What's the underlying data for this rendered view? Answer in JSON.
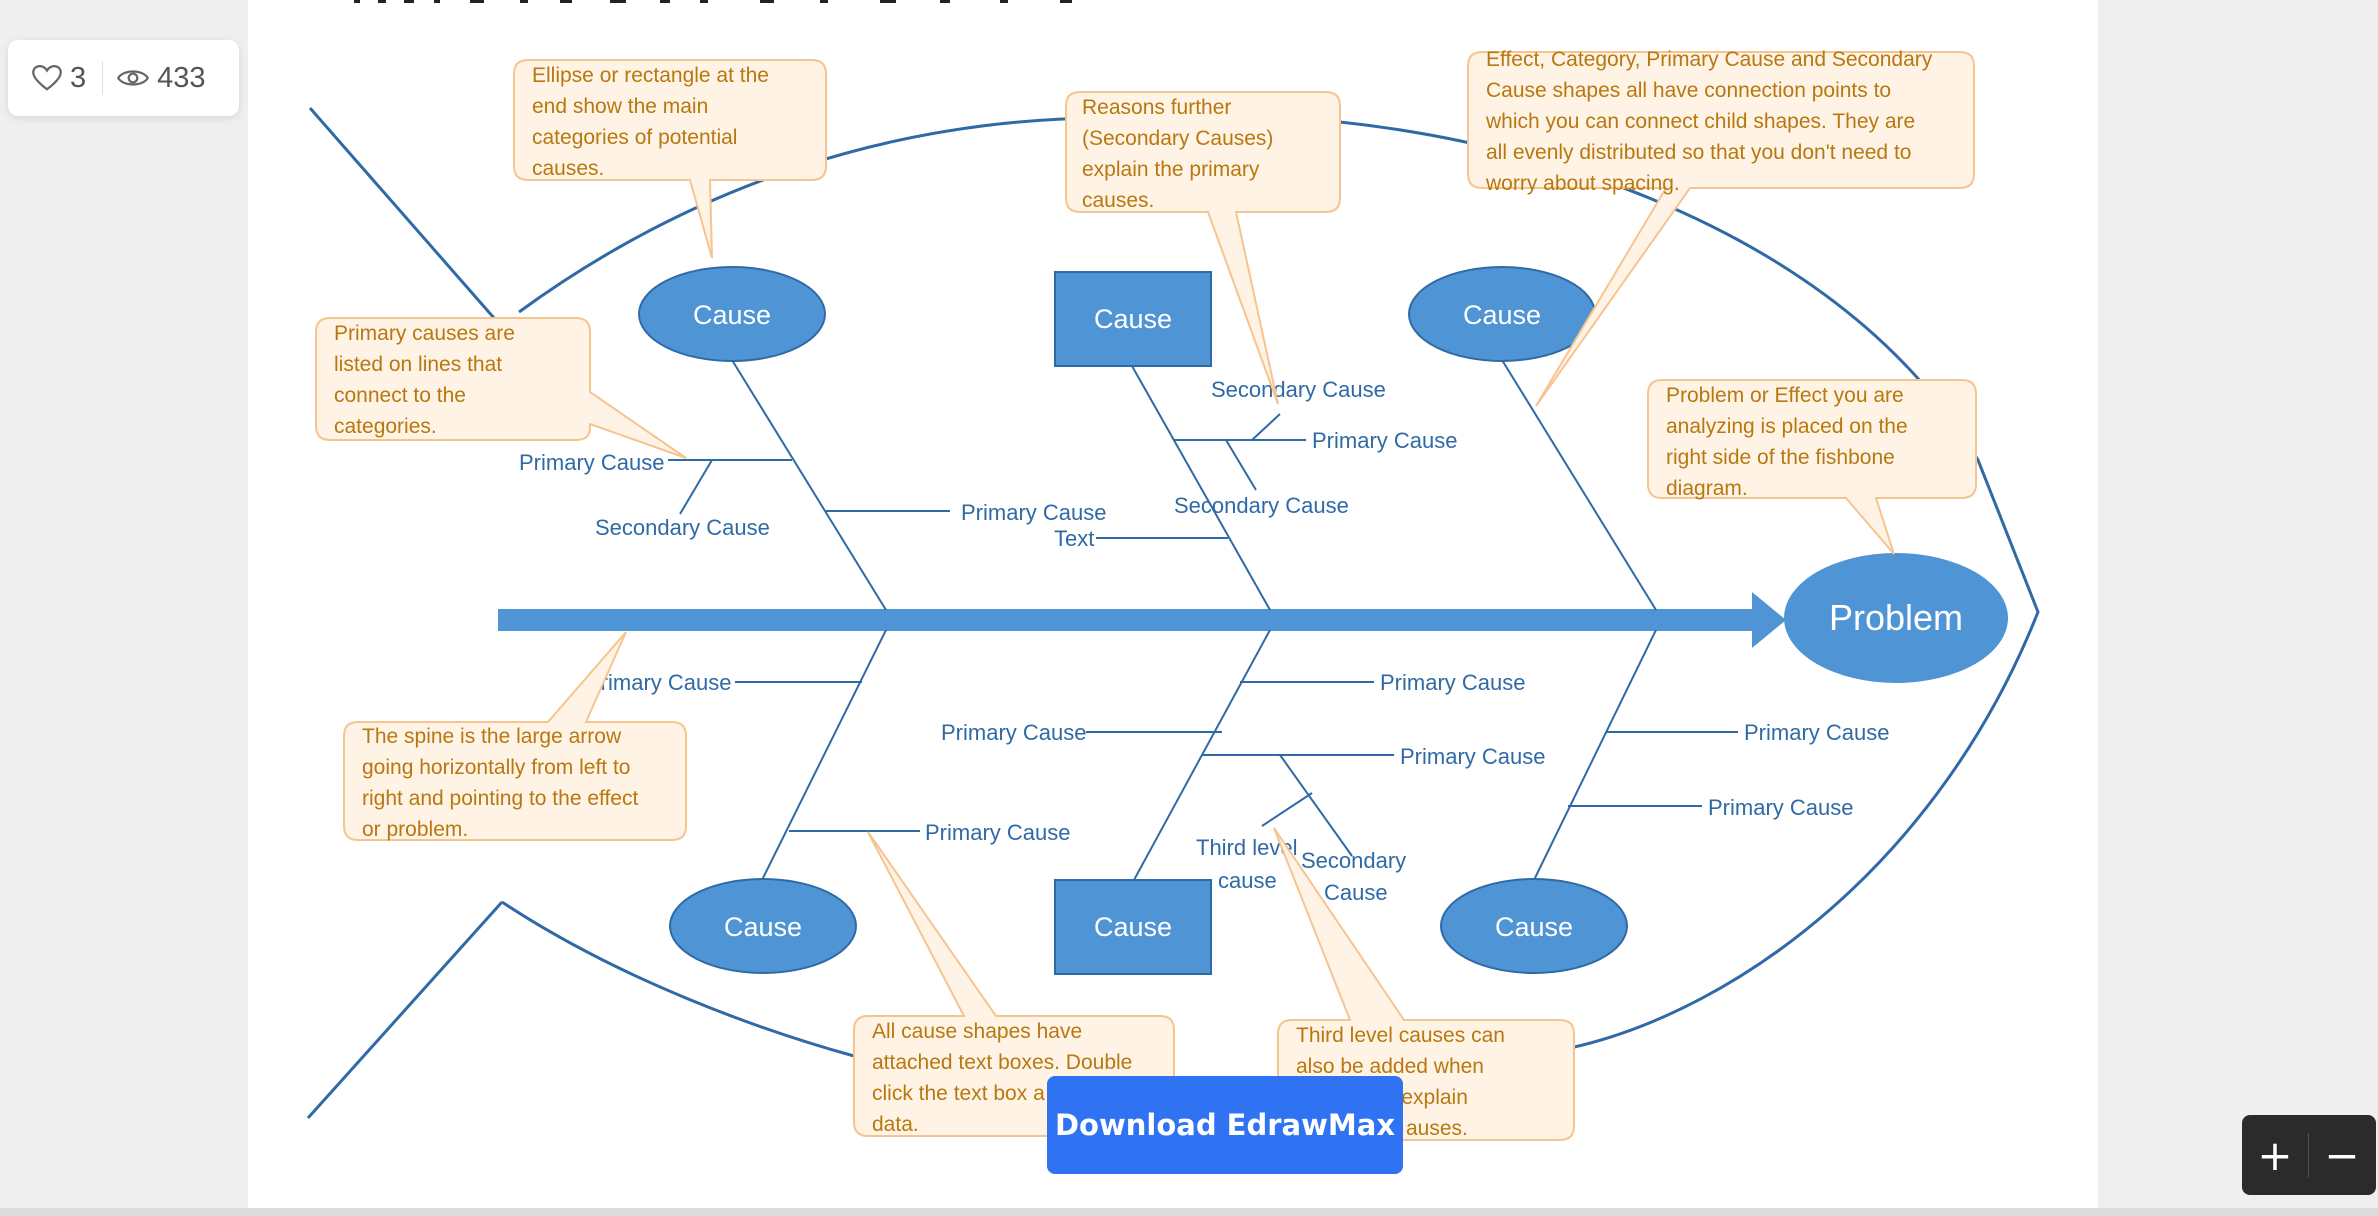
{
  "stats": {
    "likes": "3",
    "views": "433"
  },
  "colors": {
    "blue": "#4f94d4",
    "line": "#2f6aa6",
    "note_fill": "#fff3e6",
    "note_border": "#f6c48f",
    "note_text": "#b8780f",
    "button": "#2f73f2"
  },
  "diagram": {
    "problem": "Problem",
    "causes": {
      "top_left": "Cause",
      "top_center": "Cause",
      "top_right": "Cause",
      "bottom_left": "Cause",
      "bottom_center": "Cause",
      "bottom_right": "Cause"
    },
    "labels": {
      "tl_primary": "Primary Cause",
      "tl_secondary": "Secondary Cause",
      "tl_primary2": "Primary Cause",
      "tc_secondary_top": "Secondary Cause",
      "tc_primary": "Primary Cause",
      "tc_secondary_bottom": "Secondary Cause",
      "tc_text": "Text",
      "bl_primary1": "Primary Cause",
      "bl_primary2": "Primary Cause",
      "bc_primary1": "Primary Cause",
      "bc_primary2": "Primary Cause",
      "bc_primary3": "Primary Cause",
      "bc_third_1": "Third level",
      "bc_third_2": "cause",
      "bc_secondary_1": "Secondary",
      "bc_secondary_2": "Cause",
      "br_primary1": "Primary Cause",
      "br_primary2": "Primary Cause"
    },
    "notes": {
      "ellipse": [
        "Ellipse or rectangle at the",
        "end show the main",
        "categories of potential",
        "causes."
      ],
      "secondary": [
        "Reasons further",
        "(Secondary Causes)",
        "explain the primary",
        "causes."
      ],
      "connection": [
        "Effect, Category, Primary Cause and Secondary",
        "Cause shapes all have connection points to",
        "which you can connect child shapes. They are",
        "all evenly distributed so that you don't need to",
        "worry about spacing."
      ],
      "primary": [
        "Primary causes are",
        "listed on lines that",
        "connect to the",
        "categories."
      ],
      "problem": [
        "Problem or Effect you are",
        "analyzing is placed on the",
        "right side of the fishbone",
        "diagram."
      ],
      "spine": [
        "The spine is the large arrow",
        "going horizontally from left to",
        "right and pointing to the effect",
        "or problem."
      ],
      "textbox": [
        "All cause shapes have",
        "attached text boxes. Double",
        "click the text box a",
        "data."
      ],
      "third": [
        "Third level causes can",
        "also be added when",
        "to explain",
        "auses."
      ]
    }
  },
  "download_label": "Download EdrawMax",
  "zoom": {
    "in": "+",
    "out": "−"
  }
}
